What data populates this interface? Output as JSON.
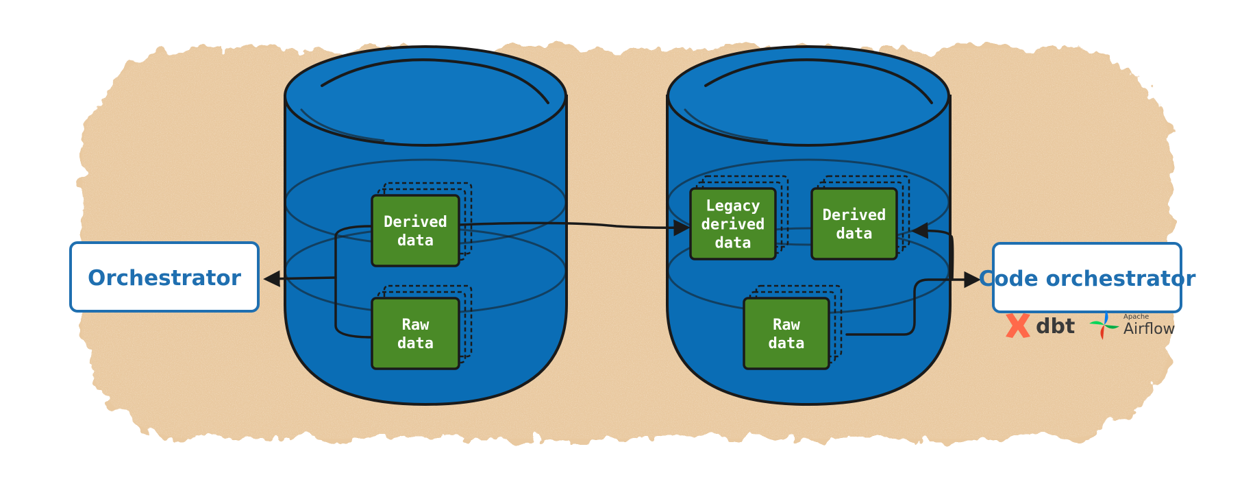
{
  "background": {
    "splash_color": "#e9c9a0",
    "page_color": "#ffffff"
  },
  "colors": {
    "cylinder_body": "#0a6db5",
    "cylinder_dark": "#075a98",
    "cylinder_top": "#0f76bf",
    "tile_fill": "#4a8a27",
    "outline": "#1a1a1a",
    "box_border": "#1f6fb0",
    "box_text": "#1f6fb0",
    "dbt_orange": "#ff694a",
    "airflow_colors": [
      "#017cee",
      "#00ad46",
      "#e43921",
      "#04d659"
    ]
  },
  "left_store": {
    "tiles": [
      {
        "lines": [
          "Derived",
          "data"
        ]
      },
      {
        "lines": [
          "Raw",
          "data"
        ]
      }
    ]
  },
  "right_store": {
    "tiles": [
      {
        "lines": [
          "Legacy",
          "derived",
          "data"
        ]
      },
      {
        "lines": [
          "Derived",
          "data"
        ]
      },
      {
        "lines": [
          "Raw",
          "data"
        ]
      }
    ]
  },
  "boxes": {
    "orchestrator": {
      "label": "Orchestrator"
    },
    "code_orchestrator": {
      "label": "Code orchestrator"
    }
  },
  "logos": {
    "dbt": {
      "name": "dbt-logo",
      "text": "dbt"
    },
    "airflow": {
      "name": "airflow-logo",
      "text_small": "Apache",
      "text": "Airflow"
    }
  }
}
